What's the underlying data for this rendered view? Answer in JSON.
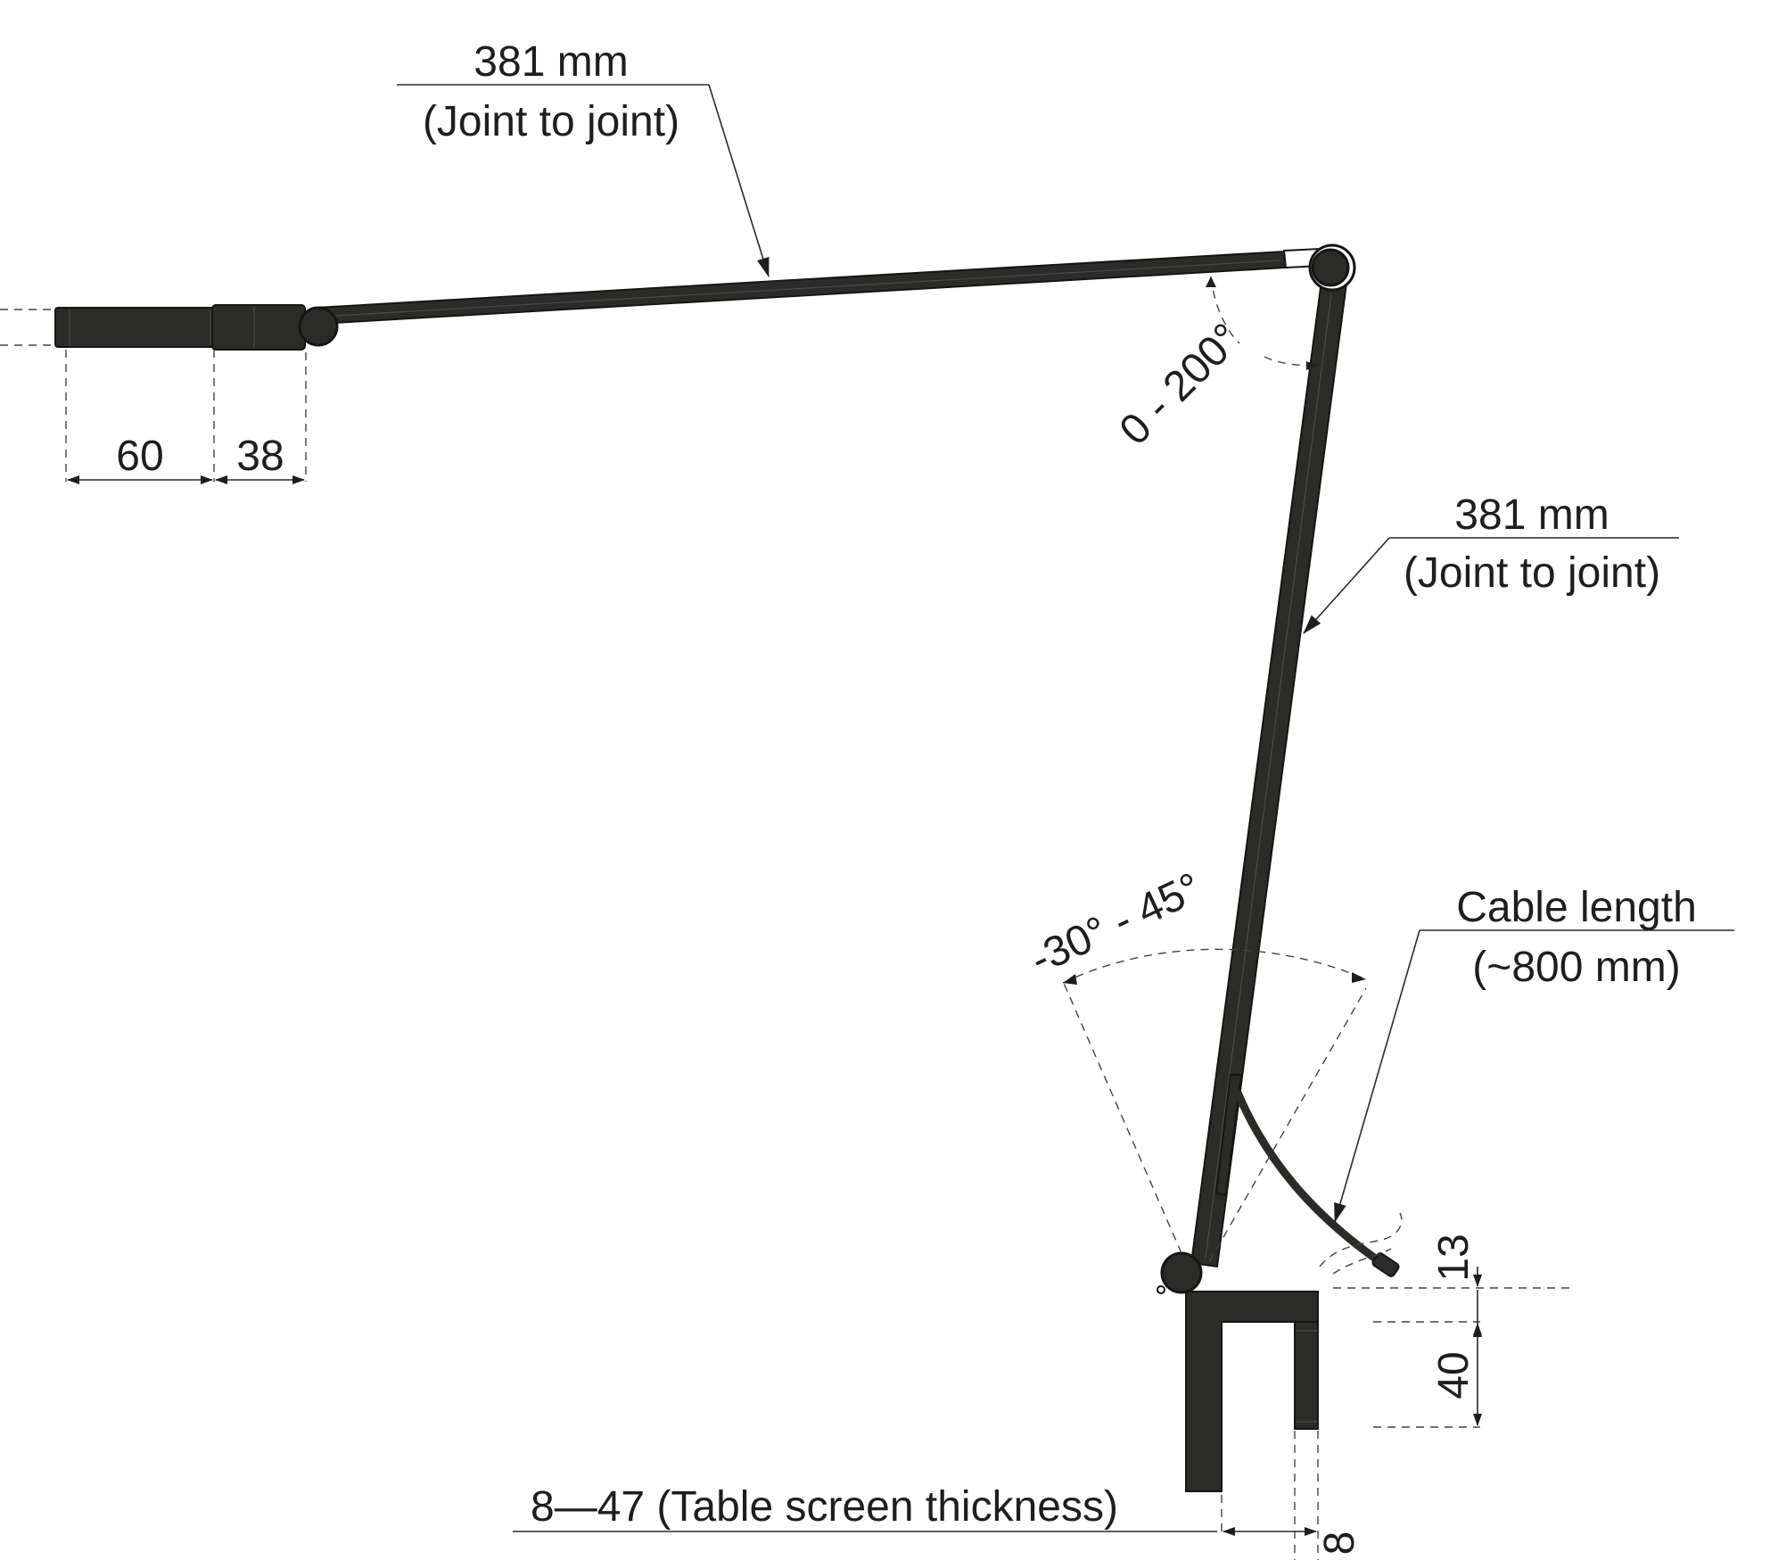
{
  "annotations": {
    "upper_arm_length": "381 mm",
    "upper_arm_note": "(Joint to joint)",
    "lower_arm_length": "381 mm",
    "lower_arm_note": "(Joint to joint)",
    "elbow_angle": "0 - 200°",
    "base_tilt_angle": "-30° - 45°",
    "cable_label": "Cable length",
    "cable_length": "(~800 mm)",
    "head_width": "60",
    "head_neck_width": "38",
    "clamp_top_offset": "13",
    "clamp_depth": "40",
    "clamp_thickness": "8",
    "table_thickness": "8—47 (Table screen thickness)"
  },
  "colors": {
    "body": "#2b2b28",
    "outline": "#151514",
    "line": "#2a2a2a",
    "background": "#ffffff"
  }
}
